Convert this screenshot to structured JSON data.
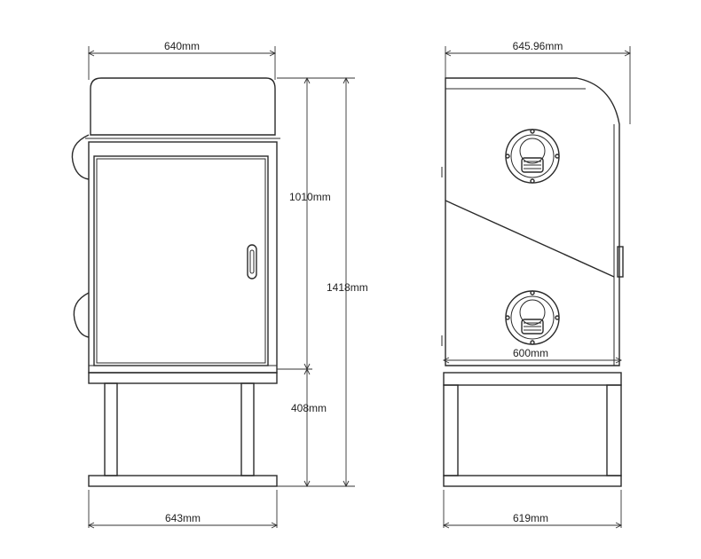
{
  "front_view": {
    "width_top": "640mm",
    "height_upper": "1010mm",
    "height_total": "1418mm",
    "height_stand": "408mm",
    "width_bottom": "643mm"
  },
  "side_view": {
    "width_top": "645.96mm",
    "depth_stand": "600mm",
    "width_bottom": "619mm"
  }
}
